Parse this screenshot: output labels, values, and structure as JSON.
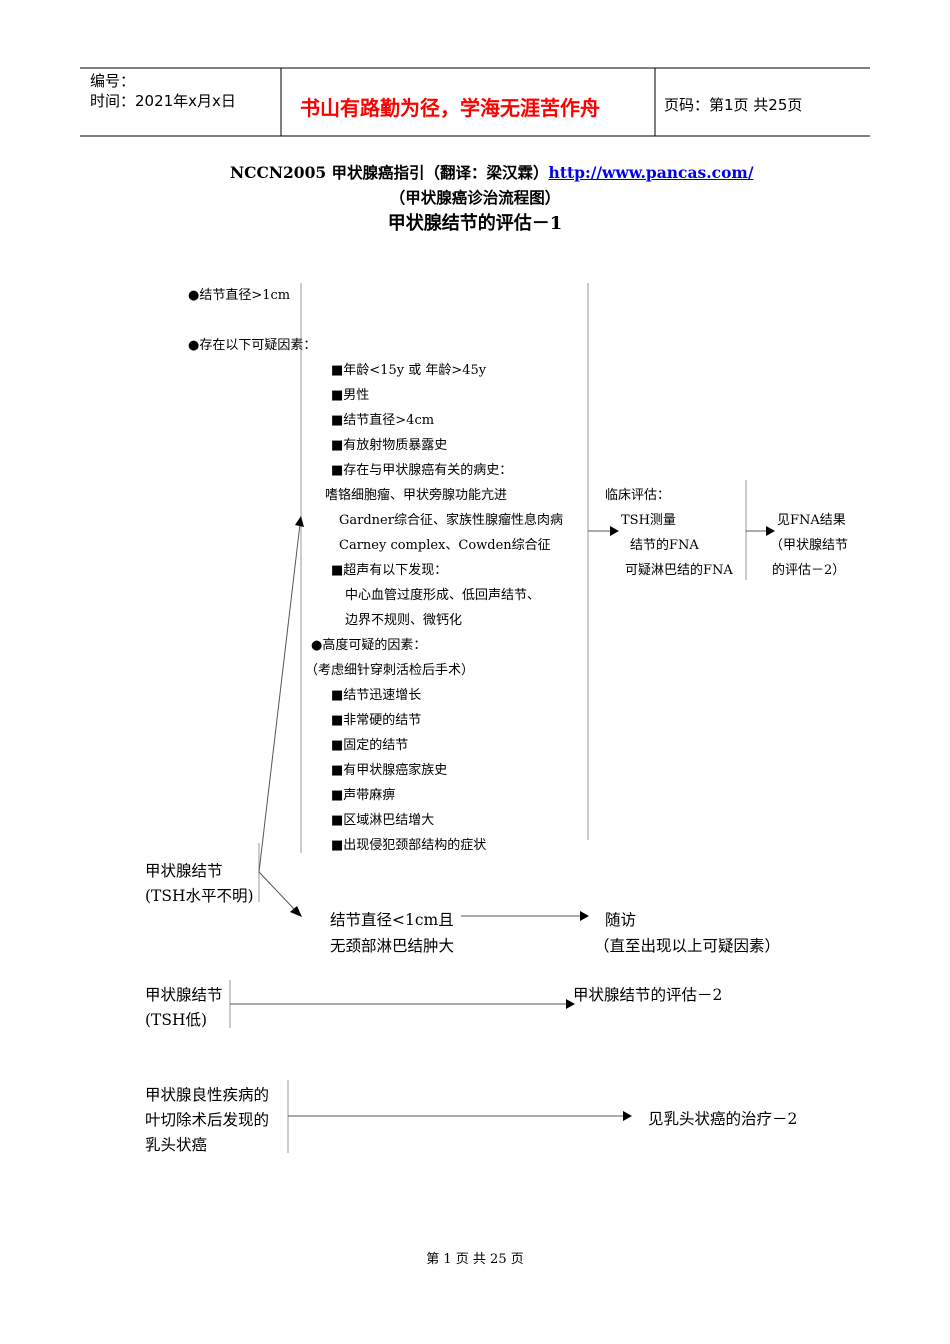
{
  "header": {
    "number_label": "编号：",
    "time_label": "时间：2021年x月x日",
    "motto": "书山有路勤为径，学海无涯苦作舟",
    "page_label": "页码：第1页  共25页"
  },
  "title": {
    "line1_text": "NCCN2005 甲状腺癌指引（翻译：梁汉霖）",
    "line1_link": "http://www.pancas.com/",
    "line2": "（甲状腺癌诊治流程图）",
    "line3": "甲状腺结节的评估－1"
  },
  "criteria": {
    "size": "●结节直径>1cm",
    "suspicious_heading": "●存在以下可疑因素：",
    "items": [
      "■年龄<15y   或 年龄>45y",
      "■男性",
      "■结节直径>4cm",
      "■有放射物质暴露史",
      "■存在与甲状腺癌有关的病史："
    ],
    "history": [
      "嗜铬细胞瘤、甲状旁腺功能亢进",
      "Gardner综合征、家族性腺瘤性息肉病",
      "Carney complex、Cowden综合征"
    ],
    "ultrasound_heading": "■超声有以下发现：",
    "ultrasound": [
      "中心血管过度形成、低回声结节、",
      "边界不规则、微钙化"
    ],
    "high_heading": "●高度可疑的因素：",
    "high_note": "（考虑细针穿刺活检后手术）",
    "high_items": [
      "■结节迅速增长",
      "■非常硬的结节",
      "■固定的结节",
      "■有甲状腺癌家族史",
      "■声带麻痹",
      "■区域淋巴结增大",
      "■出现侵犯颈部结构的症状"
    ]
  },
  "clinical": {
    "heading": "临床评估：",
    "items": [
      "TSH测量",
      "结节的FNA",
      "可疑淋巴结的FNA"
    ]
  },
  "fna_result": [
    "见FNA结果",
    "（甲状腺结节",
    "的评估－2）"
  ],
  "nodule_unknown": [
    "甲状腺结节",
    "(TSH水平不明)"
  ],
  "small_nodule": [
    "结节直径<1cm且",
    "无颈部淋巴结肿大"
  ],
  "followup": [
    "随访",
    "（直至出现以上可疑因素）"
  ],
  "nodule_low": [
    "甲状腺结节",
    "(TSH低)"
  ],
  "eval2": "甲状腺结节的评估－2",
  "benign": [
    "甲状腺良性疾病的",
    "叶切除术后发现的",
    "乳头状癌"
  ],
  "papillary_treatment": "见乳头状癌的治疗－2",
  "footer": "第 1 页 共 25 页"
}
